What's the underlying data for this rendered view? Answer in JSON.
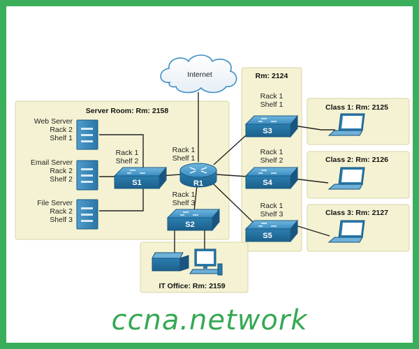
{
  "cloud": {
    "label": "Internet"
  },
  "rooms": {
    "server_room": "Server Room: Rm: 2158",
    "rm_2124": "Rm: 2124",
    "class1": "Class 1: Rm: 2125",
    "class2": "Class 2: Rm: 2126",
    "class3": "Class 3: Rm: 2127",
    "it_office": "IT Office: Rm: 2159"
  },
  "servers": [
    {
      "name": "Web Server",
      "rack": "Rack 2",
      "shelf": "Shelf 1"
    },
    {
      "name": "Email Server",
      "rack": "Rack 2",
      "shelf": "Shelf 2"
    },
    {
      "name": "File Server",
      "rack": "Rack 2",
      "shelf": "Shelf 3"
    }
  ],
  "devices": {
    "s1": {
      "name": "S1",
      "rack": "Rack 1",
      "shelf": "Shelf 2"
    },
    "r1": {
      "name": "R1",
      "rack": "Rack 1",
      "shelf": "Shelf 1"
    },
    "s2": {
      "name": "S2",
      "rack": "Rack 1",
      "shelf": "Shelf 3"
    },
    "s3": {
      "name": "S3",
      "rack": "Rack 1",
      "shelf": "Shelf 1"
    },
    "s4": {
      "name": "S4",
      "rack": "Rack 1",
      "shelf": "Shelf 2"
    },
    "s5": {
      "name": "S5",
      "rack": "Rack 1",
      "shelf": "Shelf 3"
    }
  },
  "watermark": "ccna.network",
  "colors": {
    "border": "#3aae5b",
    "room_fill": "#f4f2d2",
    "device_blue": "#2a7aab",
    "watermark": "#35a853"
  }
}
